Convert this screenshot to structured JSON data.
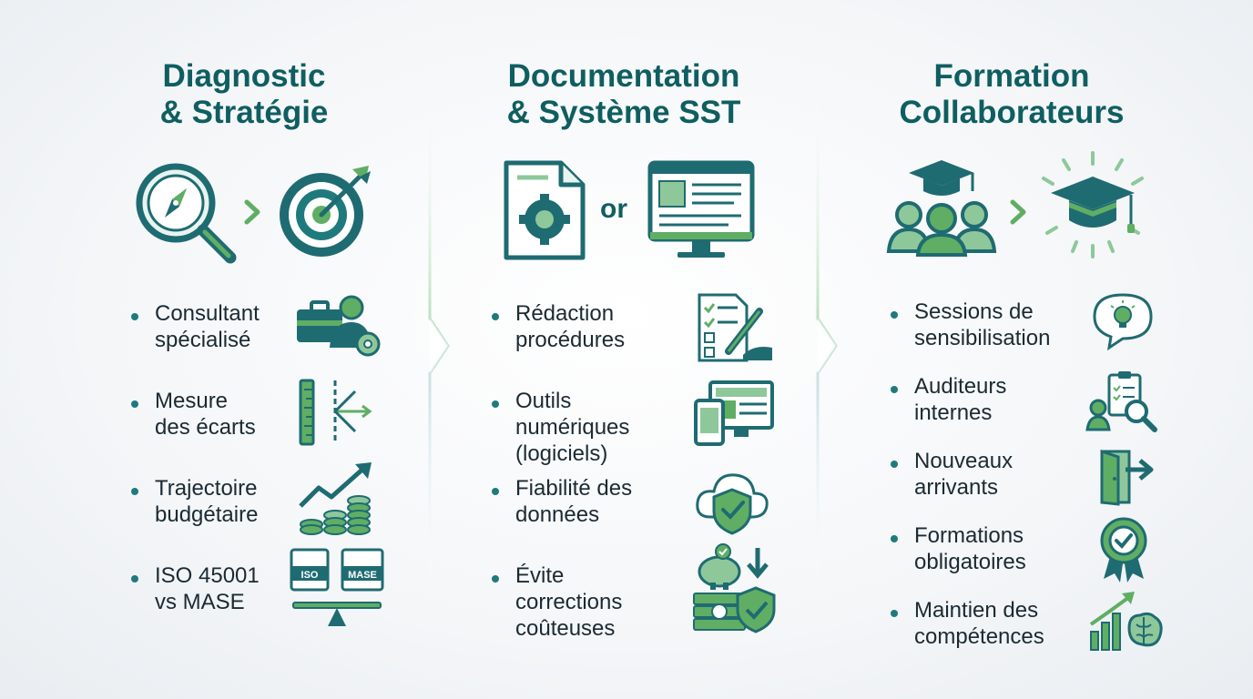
{
  "colors": {
    "teal": "#1f6b72",
    "dark_teal": "#0f5e61",
    "green": "#5fae64",
    "light_green": "#8ec89a",
    "text": "#1b2a33"
  },
  "columns": [
    {
      "title": [
        "Diagnostic",
        "& Stratégie"
      ],
      "hero_icons": [
        "magnifier-compass-icon",
        "chevron-right-icon",
        "target-arrow-icon"
      ],
      "items": [
        {
          "text": [
            "Consultant",
            "spécialisé"
          ],
          "icon": "consultant-briefcase-icon"
        },
        {
          "text": [
            "Mesure",
            "des écarts"
          ],
          "icon": "ruler-gap-icon"
        },
        {
          "text": [
            "Trajectoire",
            "budgétaire"
          ],
          "icon": "growth-coins-icon"
        },
        {
          "text": [
            "ISO 45001",
            "vs MASE"
          ],
          "icon": "iso-mase-balance-icon",
          "tags": [
            "ISO",
            "MASE"
          ]
        }
      ]
    },
    {
      "title": [
        "Documentation",
        "& Système SST"
      ],
      "hero_icons": [
        "document-gear-icon",
        "desktop-monitor-icon"
      ],
      "hero_connector": "or",
      "items": [
        {
          "text": [
            "Rédaction",
            "procédures"
          ],
          "icon": "checklist-pen-icon"
        },
        {
          "text": [
            "Outils",
            "numériques",
            "(logiciels)"
          ],
          "icon": "devices-icon"
        },
        {
          "text": [
            "Fiabilité des",
            "données"
          ],
          "icon": "cloud-shield-icon"
        },
        {
          "text": [
            "Évite",
            "corrections",
            "coûteuses"
          ],
          "icon": "savings-shield-icon"
        }
      ]
    },
    {
      "title": [
        "Formation",
        "Collaborateurs"
      ],
      "hero_icons": [
        "group-graduation-icon",
        "chevron-right-icon",
        "graduation-cap-glow-icon"
      ],
      "items": [
        {
          "text": [
            "Sessions de",
            "sensibilisation"
          ],
          "icon": "idea-bubble-icon"
        },
        {
          "text": [
            "Auditeurs",
            "internes"
          ],
          "icon": "auditor-clipboard-icon"
        },
        {
          "text": [
            "Nouveaux",
            "arrivants"
          ],
          "icon": "door-arrow-icon"
        },
        {
          "text": [
            "Formations",
            "obligatoires"
          ],
          "icon": "certificate-badge-icon"
        },
        {
          "text": [
            "Maintien des",
            "compétences"
          ],
          "icon": "brain-growth-icon"
        }
      ]
    }
  ]
}
